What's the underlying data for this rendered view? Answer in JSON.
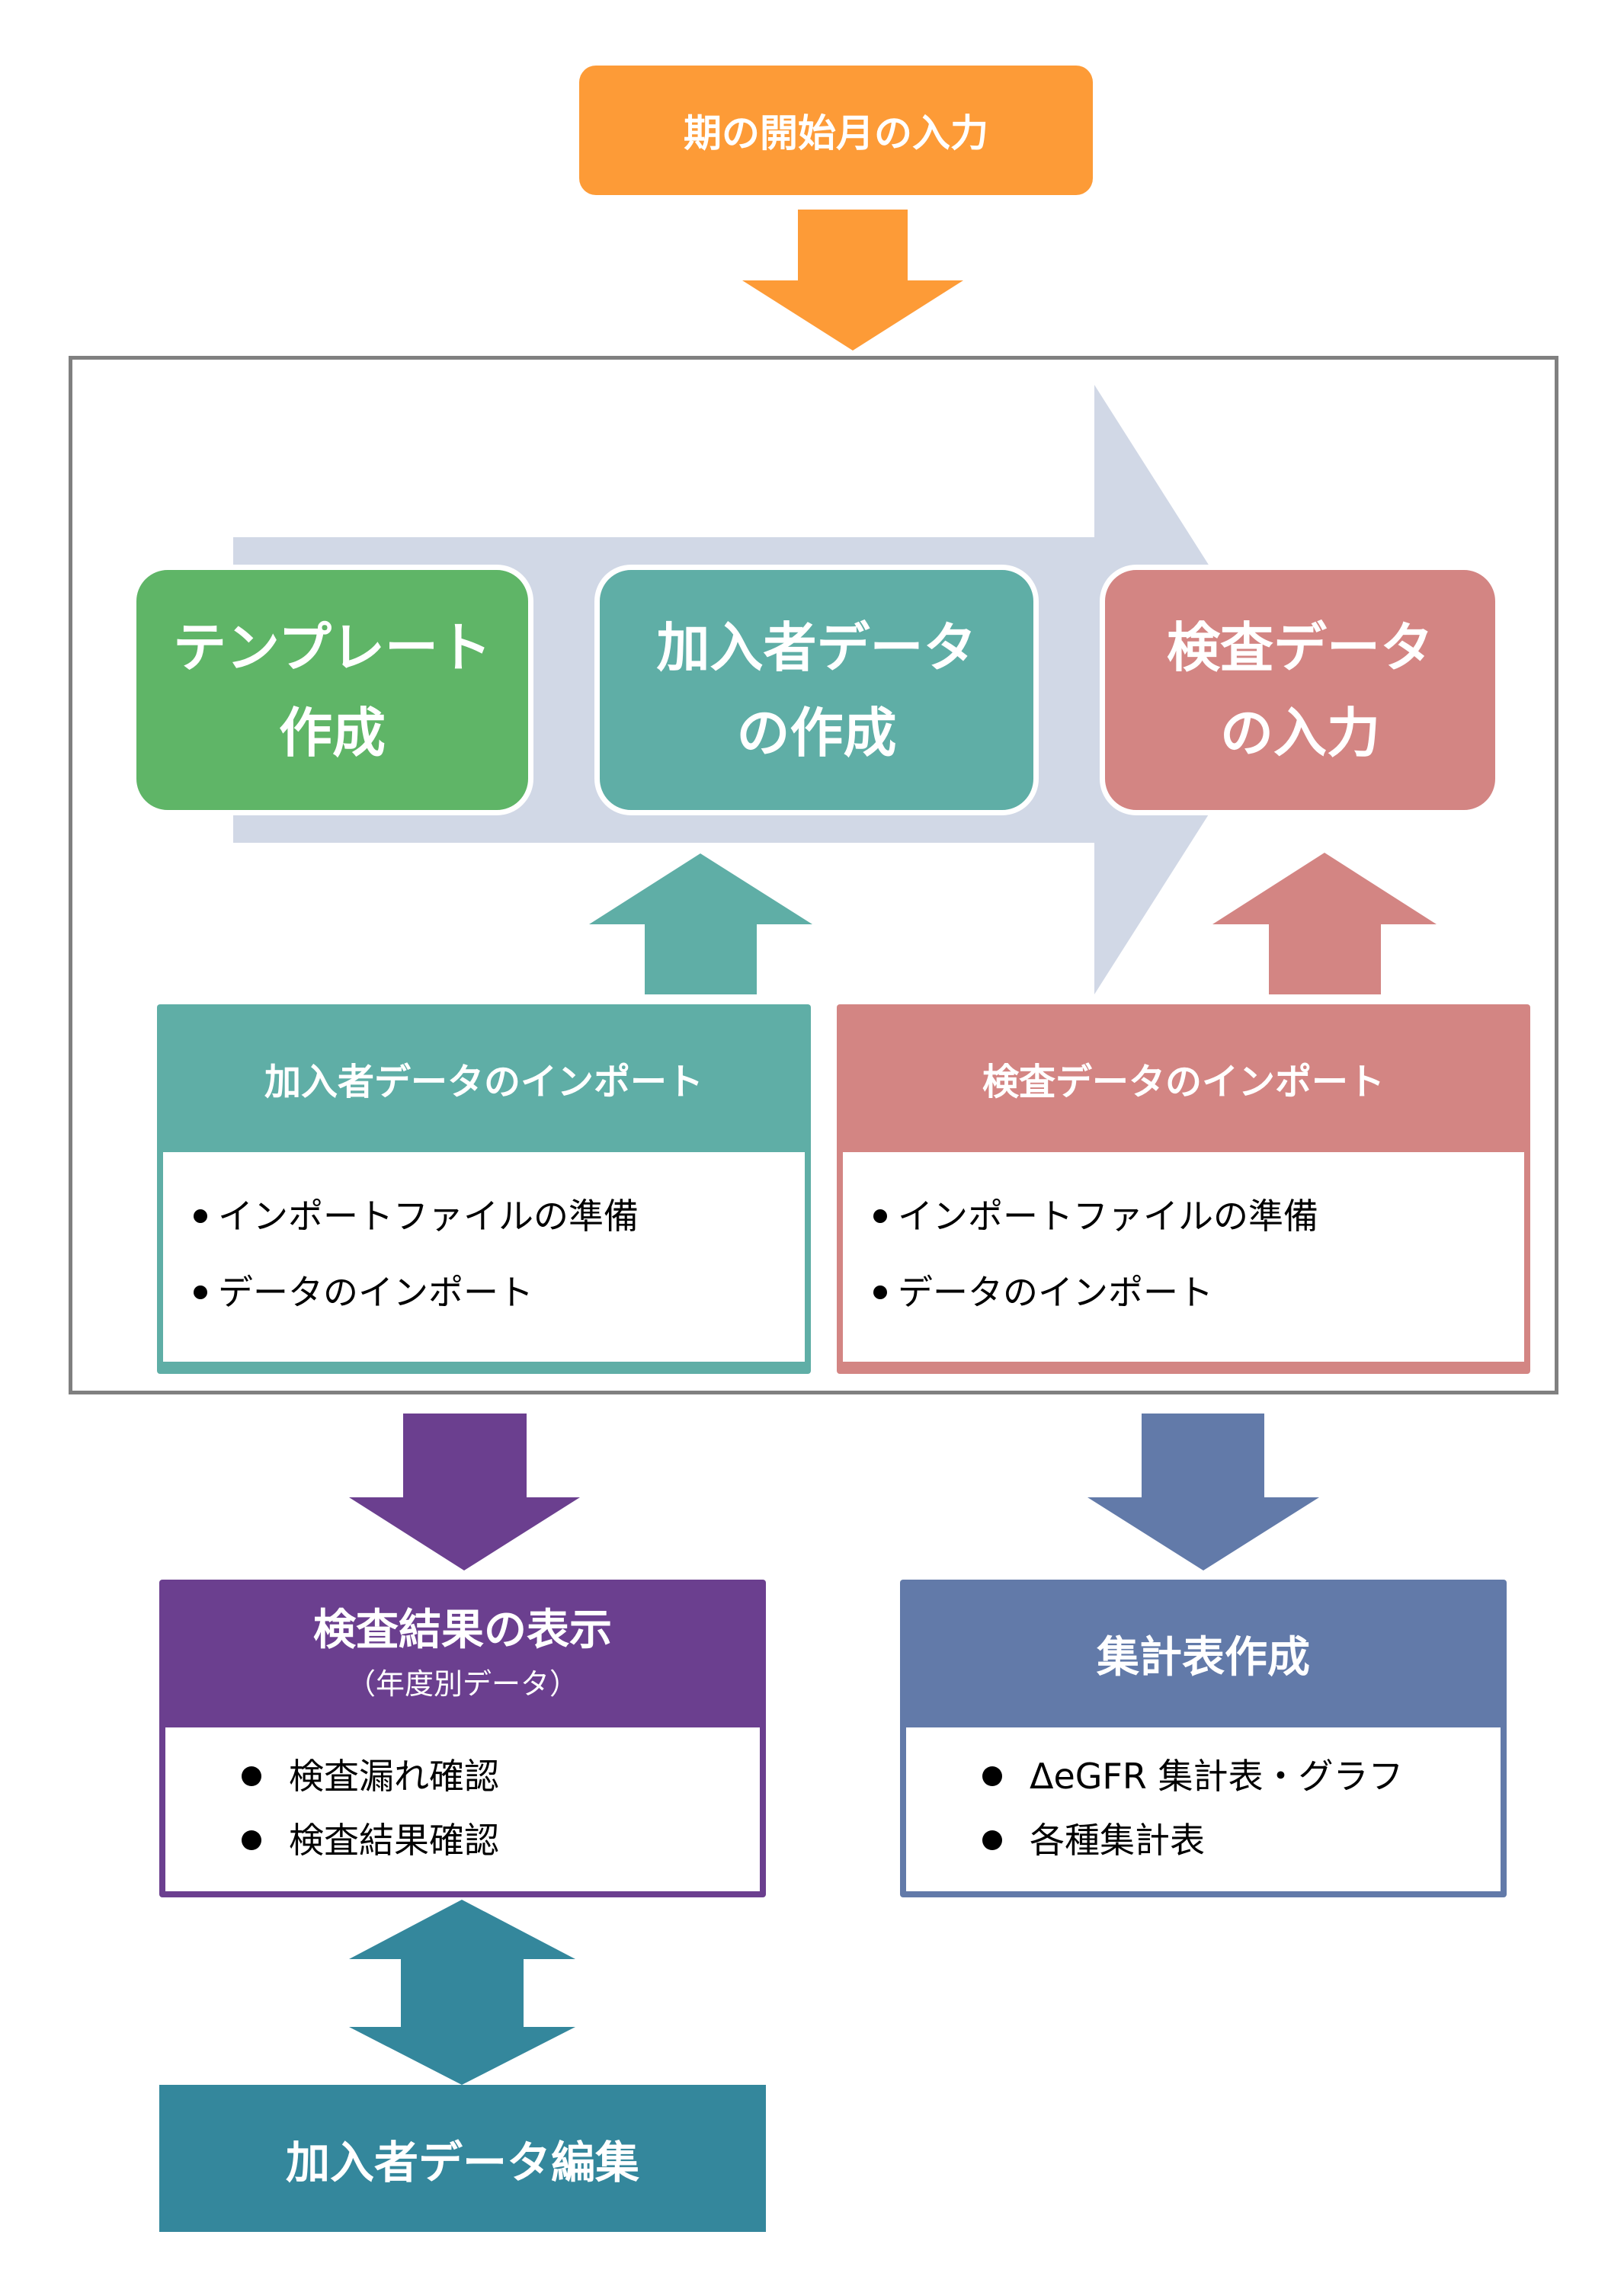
{
  "title": "期の開始月の入力",
  "steps": [
    {
      "line1": "テンプレート",
      "line2": "作成"
    },
    {
      "line1": "加入者データ",
      "line2": "の作成"
    },
    {
      "line1": "検査データ",
      "line2": "の入力"
    }
  ],
  "imports": [
    {
      "title": "加入者データのインポート",
      "items": [
        "インポートファイルの準備",
        "データのインポート"
      ]
    },
    {
      "title": "検査データのインポート",
      "items": [
        "インポートファイルの準備",
        "データのインポート"
      ]
    }
  ],
  "results": {
    "title": "検査結果の表示",
    "subtitle": "（年度別データ）",
    "items": [
      "検査漏れ確認",
      "検査結果確認"
    ]
  },
  "summary": {
    "title": "集計表作成",
    "items": [
      "ΔeGFR 集計表・グラフ",
      "各種集計表"
    ]
  },
  "edit": {
    "title": "加入者データ編集"
  },
  "colors": {
    "orange": "#fd9b37",
    "green": "#5fb567",
    "teal": "#5faea6",
    "rose": "#d38583",
    "band": "#d1d8e6",
    "purple": "#6b3f8f",
    "slate_blue": "#627aa9",
    "deep_teal": "#34879c",
    "frame": "#808080"
  }
}
